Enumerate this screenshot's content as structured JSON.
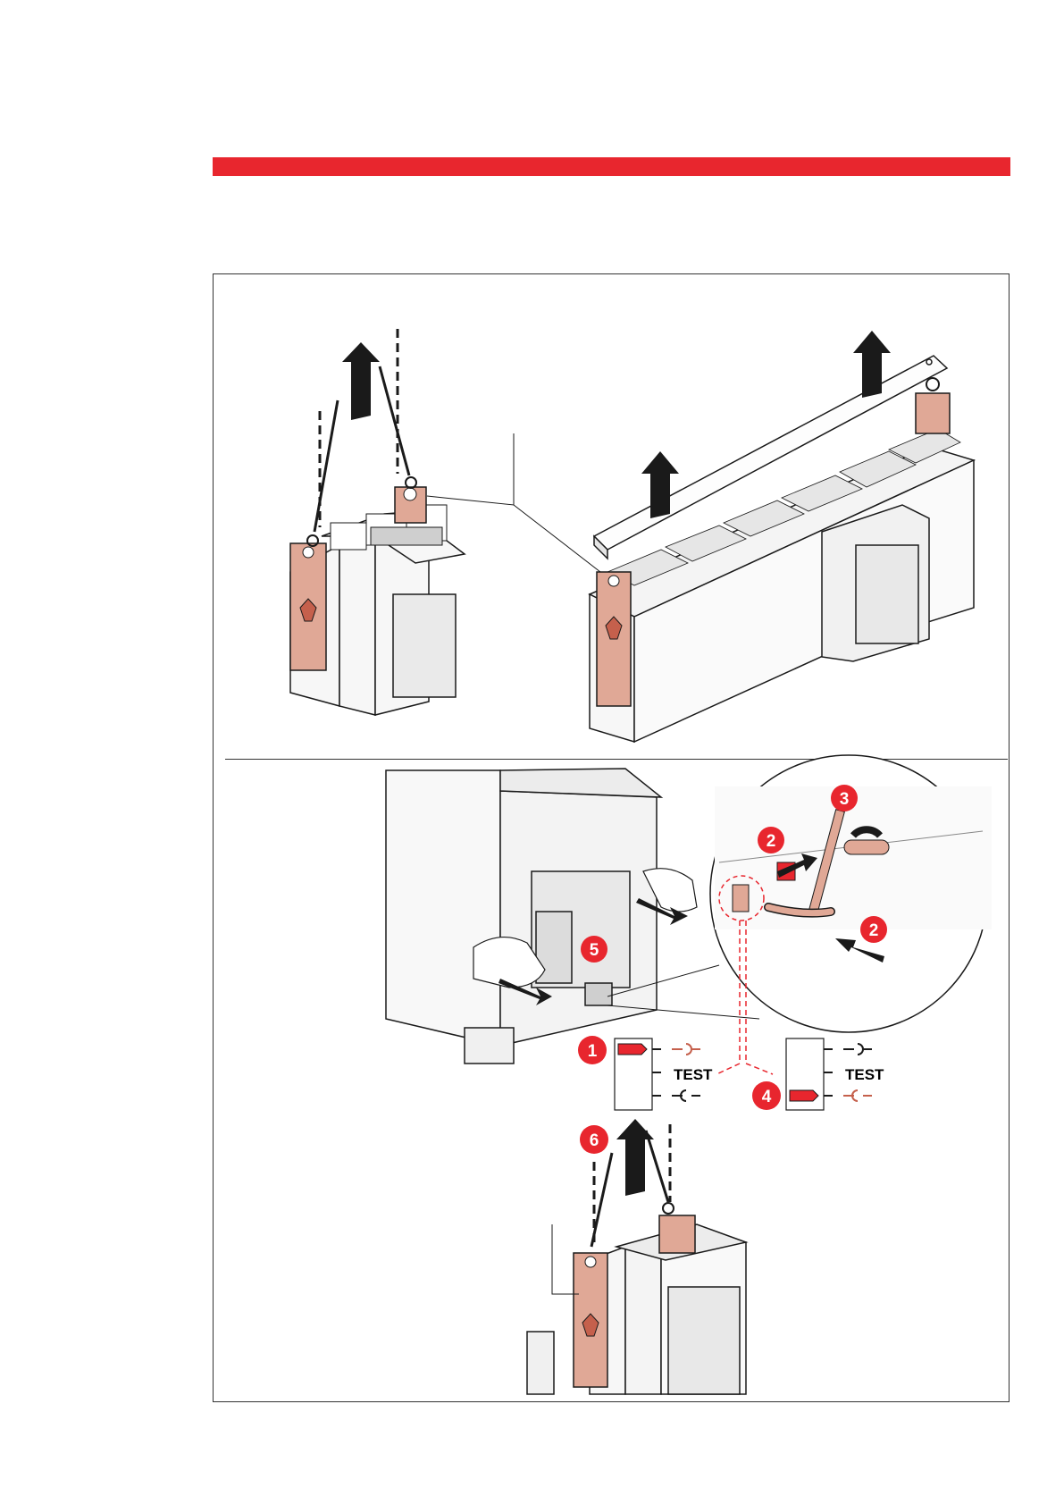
{
  "colors": {
    "brand_red": "#e8262e",
    "bracket_fill": "#e0a896",
    "bracket_dark": "#c5604c",
    "line": "#1a1a1a",
    "gray_body": "#f2f2f2"
  },
  "positions": {
    "top": "TEST",
    "bottom": "TEST"
  },
  "steps": [
    "1",
    "2",
    "2",
    "3",
    "4",
    "5",
    "6"
  ]
}
